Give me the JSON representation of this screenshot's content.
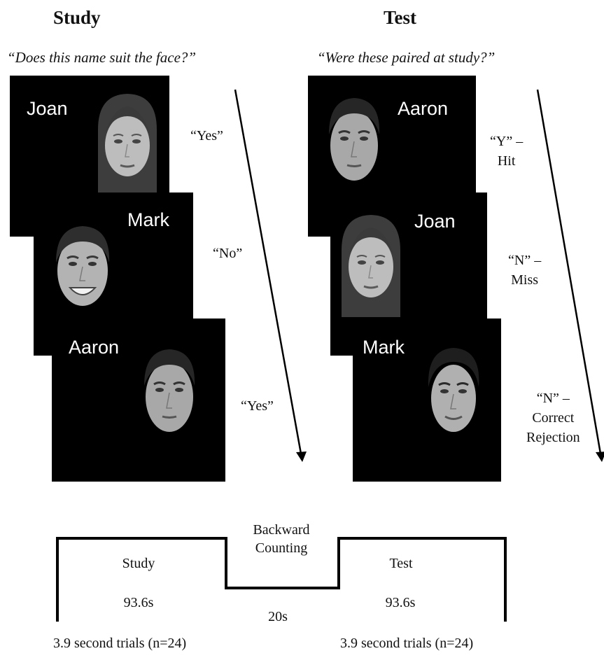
{
  "study": {
    "heading": "Study",
    "question": "“Does this name suit the face?”",
    "trials": [
      {
        "name": "Joan",
        "response": "“Yes”"
      },
      {
        "name": "Mark",
        "response": "“No”"
      },
      {
        "name": "Aaron",
        "response": "“Yes”"
      }
    ]
  },
  "test": {
    "heading": "Test",
    "question": "“Were these paired at study?”",
    "trials": [
      {
        "name": "Aaron",
        "response_line1": "“Y” –",
        "response_line2": "Hit"
      },
      {
        "name": "Joan",
        "response_line1": "“N” –",
        "response_line2": "Miss"
      },
      {
        "name": "Mark",
        "response_line1": "“N” –",
        "response_line2": "Correct",
        "response_line3": "Rejection"
      }
    ]
  },
  "timeline": {
    "study_label": "Study",
    "study_duration": "93.6s",
    "counting_line1": "Backward",
    "counting_line2": "Counting",
    "counting_duration": "20s",
    "test_label": "Test",
    "test_duration": "93.6s",
    "study_trials_note": "3.9 second trials (n=24)",
    "test_trials_note": "3.9 second trials (n=24)"
  }
}
